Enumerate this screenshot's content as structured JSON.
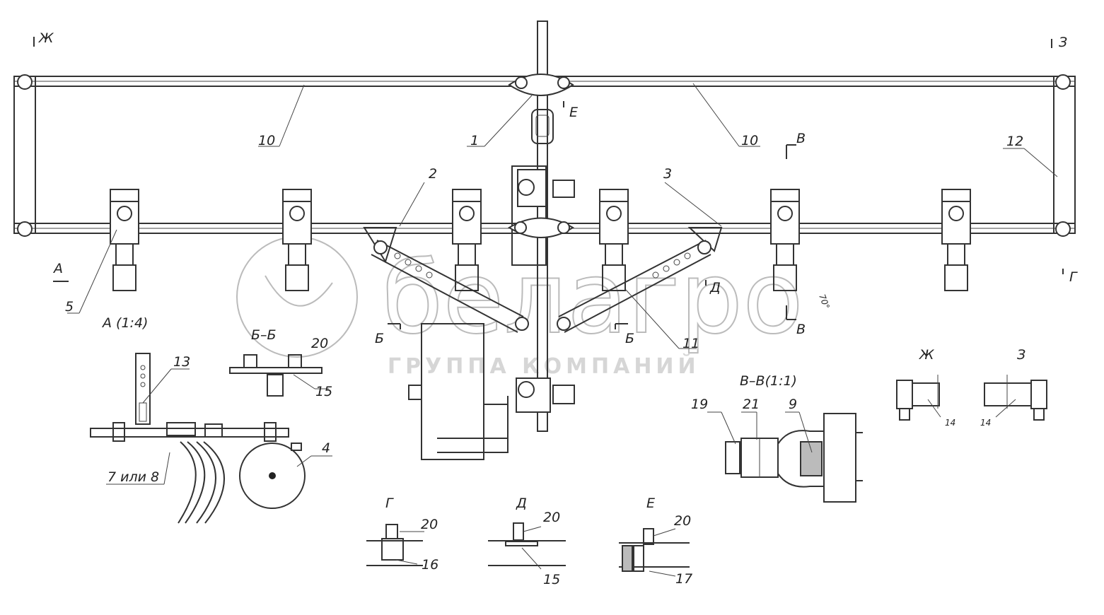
{
  "watermark": {
    "brand": "белагро",
    "subtitle": "ГРУППА КОМПАНИЙ"
  },
  "labels": {
    "zh_top": "Ж",
    "z_top": "З",
    "e_arrow": "Е",
    "n1": "1",
    "n2": "2",
    "n3": "3",
    "n10a": "10",
    "n10b": "10",
    "n12": "12",
    "v_top": "В",
    "v_bottom": "В",
    "a_arrow": "А",
    "n5": "5",
    "g_arrow": "Г",
    "d_arrow": "Д",
    "n11": "11",
    "b_left": "Б",
    "b_right": "Б",
    "detail_a": "А (1:4)",
    "section_bb": "Б–Б",
    "n20_bb": "20",
    "n15_bb": "15",
    "n13": "13",
    "n4": "4",
    "n7or8": "7 или 8",
    "section_vv": "В–В(1:1)",
    "n19": "19",
    "n21": "21",
    "n9": "9",
    "view_zh": "Ж",
    "view_z": "З",
    "n14a": "14",
    "n14b": "14",
    "view_g": "Г",
    "n20_g": "20",
    "n16": "16",
    "view_d": "Д",
    "n20_d": "20",
    "n15_d": "15",
    "view_e": "Е",
    "n20_e": "20",
    "n17": "17",
    "small_note": "70°"
  }
}
